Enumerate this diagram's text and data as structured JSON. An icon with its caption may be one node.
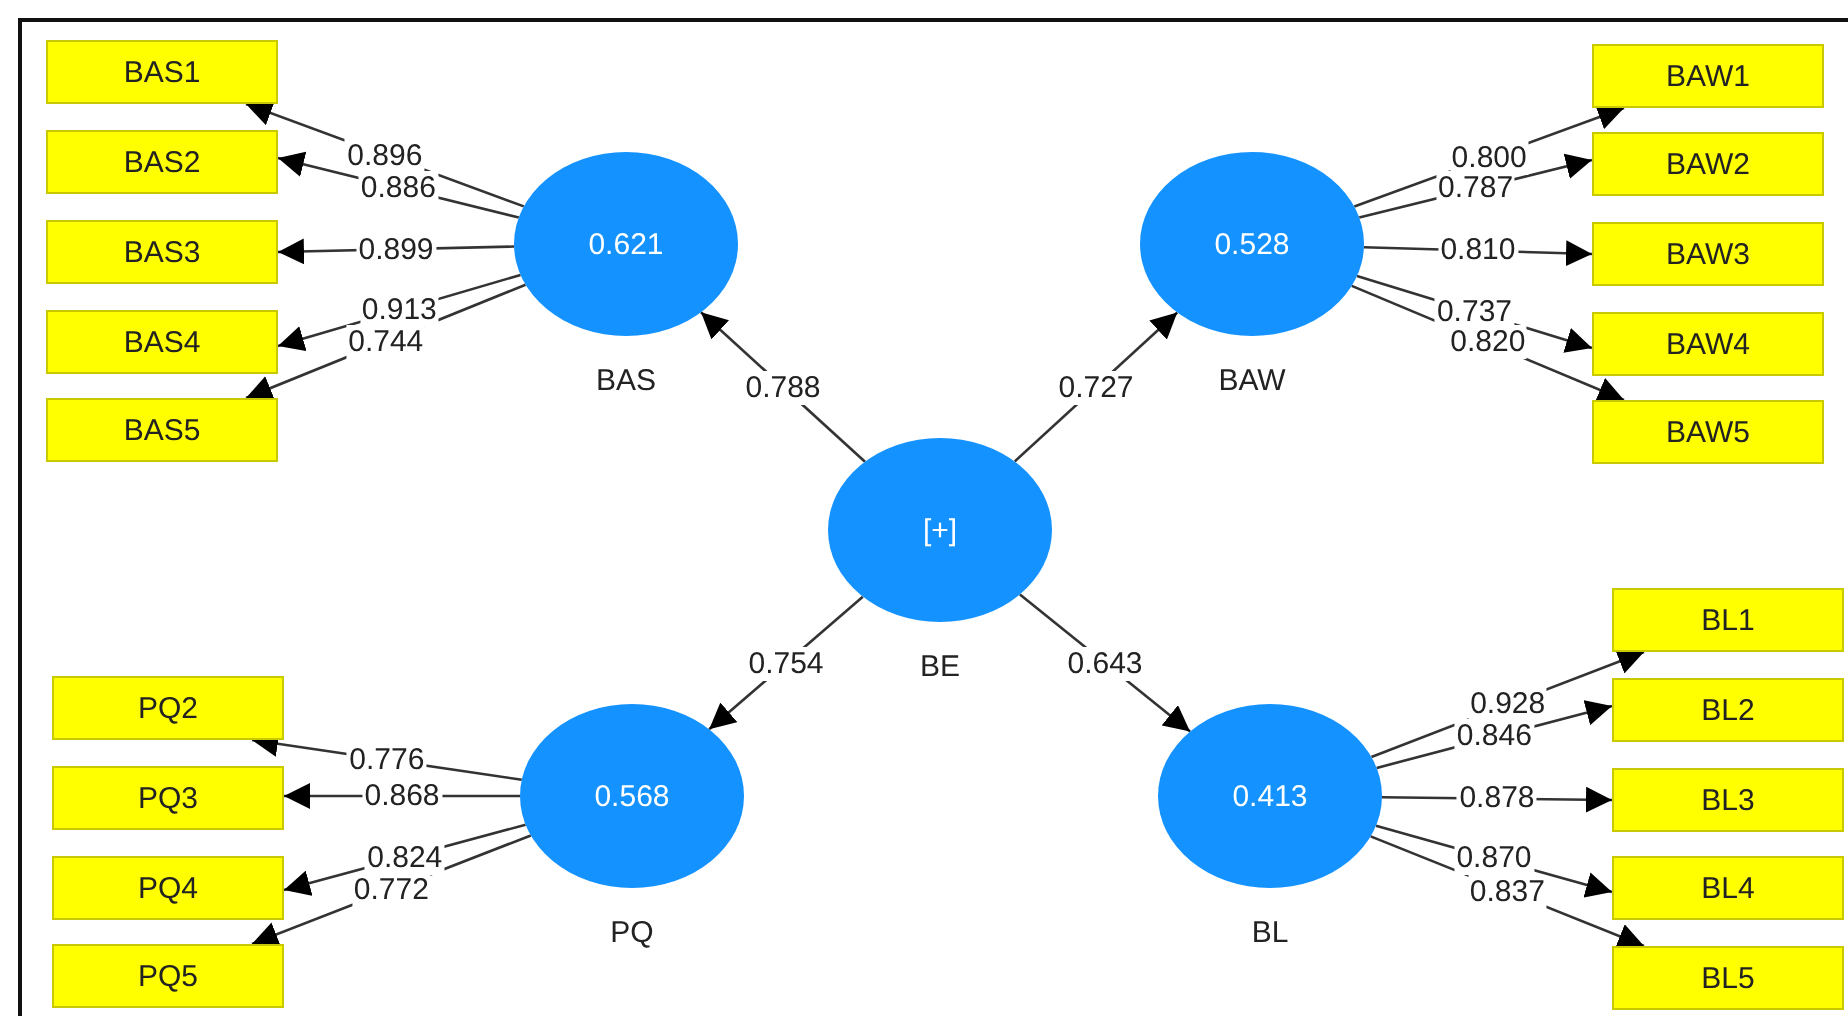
{
  "diagram": {
    "nodes": [
      {
        "text": [
          "0.621"
        ],
        "beside": [
          "BAS"
        ]
      },
      {
        "text": [
          "0.528"
        ],
        "beside": [
          "BAW"
        ]
      },
      {
        "text": [
          "[+]"
        ],
        "beside": [
          "BE"
        ]
      },
      {
        "text": [
          "0.568"
        ],
        "beside": [
          "PQ"
        ]
      },
      {
        "text": [
          "0.413"
        ],
        "beside": [
          "BL"
        ]
      },
      {
        "text": [
          "BAS1"
        ]
      },
      {
        "text": [
          "BAS2"
        ]
      },
      {
        "text": [
          "BAS3"
        ]
      },
      {
        "text": [
          "BAS4"
        ]
      },
      {
        "text": [
          "BAS5"
        ]
      },
      {
        "text": [
          "BAW1"
        ]
      },
      {
        "text": [
          "BAW2"
        ]
      },
      {
        "text": [
          "BAW3"
        ]
      },
      {
        "text": [
          "BAW4"
        ]
      },
      {
        "text": [
          "BAW5"
        ]
      },
      {
        "text": [
          "PQ2"
        ]
      },
      {
        "text": [
          "PQ3"
        ]
      },
      {
        "text": [
          "PQ4"
        ]
      },
      {
        "text": [
          "PQ5"
        ]
      },
      {
        "text": [
          "BL1"
        ]
      },
      {
        "text": [
          "BL2"
        ]
      },
      {
        "text": [
          "BL3"
        ]
      },
      {
        "text": [
          "BL4"
        ]
      },
      {
        "text": [
          "BL5"
        ]
      }
    ],
    "edges": [
      {
        "from": 2,
        "to": 0,
        "arrow": "to",
        "label": "0.788"
      },
      {
        "from": 2,
        "to": 1,
        "arrow": "to",
        "label": "0.727"
      },
      {
        "from": 2,
        "to": 3,
        "arrow": "to",
        "label": "0.754"
      },
      {
        "from": 2,
        "to": 4,
        "arrow": "to",
        "label": "0.643"
      },
      {
        "from": 0,
        "to": 5,
        "arrow": "to",
        "label": "0.896"
      },
      {
        "from": 0,
        "to": 6,
        "arrow": "to",
        "label": "0.886"
      },
      {
        "from": 0,
        "to": 7,
        "arrow": "to",
        "label": "0.899"
      },
      {
        "from": 0,
        "to": 8,
        "arrow": "to",
        "label": "0.913"
      },
      {
        "from": 0,
        "to": 9,
        "arrow": "to",
        "label": "0.744"
      },
      {
        "from": 1,
        "to": 10,
        "arrow": "to",
        "label": "0.800"
      },
      {
        "from": 1,
        "to": 11,
        "arrow": "to",
        "label": "0.787"
      },
      {
        "from": 1,
        "to": 12,
        "arrow": "to",
        "label": "0.810"
      },
      {
        "from": 1,
        "to": 13,
        "arrow": "to",
        "label": "0.737"
      },
      {
        "from": 1,
        "to": 14,
        "arrow": "to",
        "label": "0.820"
      },
      {
        "from": 3,
        "to": 15,
        "arrow": "to",
        "label": "0.776"
      },
      {
        "from": 3,
        "to": 16,
        "arrow": "to",
        "label": "0.868"
      },
      {
        "from": 3,
        "to": 17,
        "arrow": "to",
        "label": "0.824"
      },
      {
        "from": 3,
        "to": 18,
        "arrow": "to",
        "label": "0.772"
      },
      {
        "from": 4,
        "to": 19,
        "arrow": "to",
        "label": "0.928"
      },
      {
        "from": 4,
        "to": 20,
        "arrow": "to",
        "label": "0.846"
      },
      {
        "from": 4,
        "to": 21,
        "arrow": "to",
        "label": "0.878"
      },
      {
        "from": 4,
        "to": 22,
        "arrow": "to",
        "label": "0.870"
      },
      {
        "from": 4,
        "to": 23,
        "arrow": "to",
        "label": "0.837"
      }
    ]
  }
}
